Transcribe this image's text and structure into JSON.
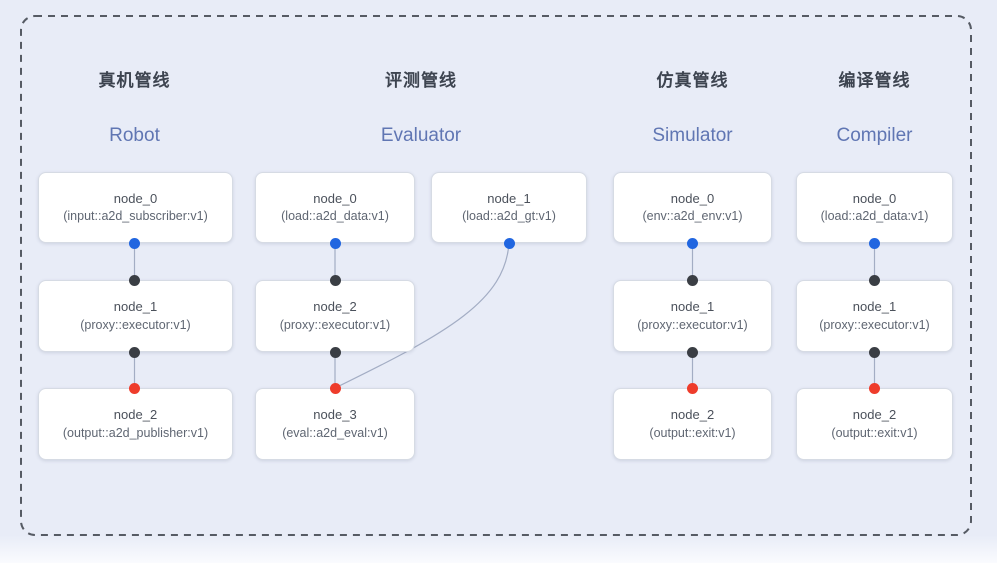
{
  "diagram": {
    "colors": {
      "background": "#e8ecf7",
      "frame_border": "#565b64",
      "edge": "#a3adc4",
      "output_port": "#2166e0",
      "connector_port": "#3a3e44",
      "input_port": "#ee3c2b",
      "subtitle_accent": "#6076b3"
    },
    "pipelines": [
      {
        "title_zh": "真机管线",
        "title_en": "Robot",
        "nodes": [
          {
            "name": "node_0",
            "type": "(input::a2d_subscriber:v1)"
          },
          {
            "name": "node_1",
            "type": "(proxy::executor:v1)"
          },
          {
            "name": "node_2",
            "type": "(output::a2d_publisher:v1)"
          }
        ]
      },
      {
        "title_zh": "评测管线",
        "title_en": "Evaluator",
        "nodes": [
          {
            "name": "node_0",
            "type": "(load::a2d_data:v1)"
          },
          {
            "name": "node_1",
            "type": "(load::a2d_gt:v1)"
          },
          {
            "name": "node_2",
            "type": "(proxy::executor:v1)"
          },
          {
            "name": "node_3",
            "type": "(eval::a2d_eval:v1)"
          }
        ]
      },
      {
        "title_zh": "仿真管线",
        "title_en": "Simulator",
        "nodes": [
          {
            "name": "node_0",
            "type": "(env::a2d_env:v1)"
          },
          {
            "name": "node_1",
            "type": "(proxy::executor:v1)"
          },
          {
            "name": "node_2",
            "type": "(output::exit:v1)"
          }
        ]
      },
      {
        "title_zh": "编译管线",
        "title_en": "Compiler",
        "nodes": [
          {
            "name": "node_0",
            "type": "(load::a2d_data:v1)"
          },
          {
            "name": "node_1",
            "type": "(proxy::executor:v1)"
          },
          {
            "name": "node_2",
            "type": "(output::exit:v1)"
          }
        ]
      }
    ]
  }
}
